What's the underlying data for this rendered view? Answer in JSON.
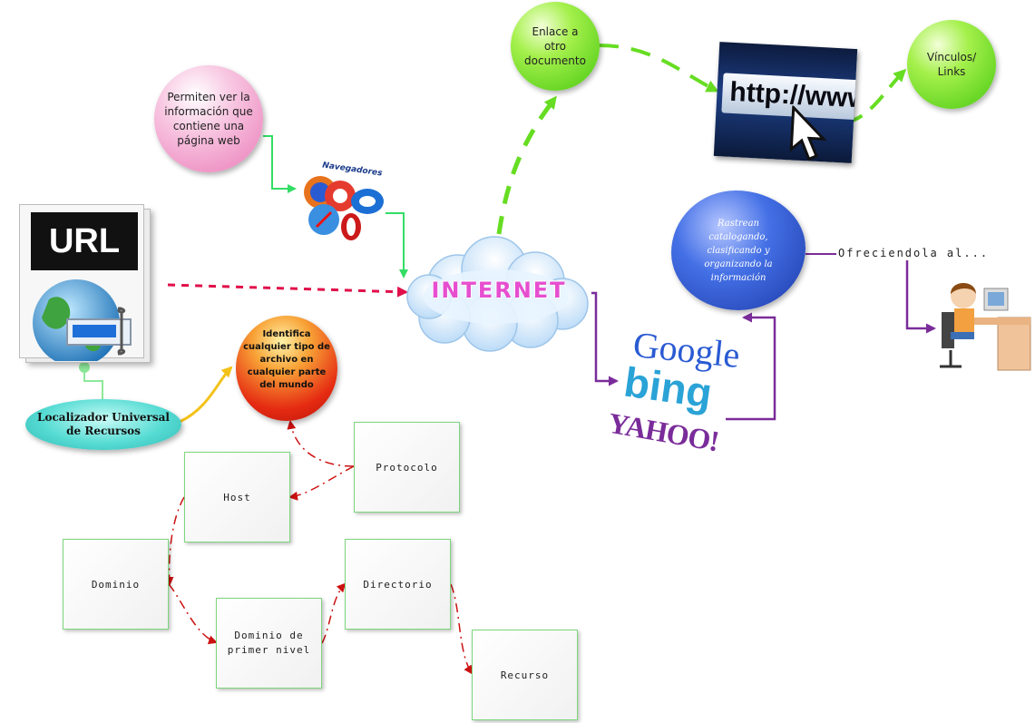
{
  "nodes": {
    "browsers_purpose": "Permiten ver la información que contiene una página web",
    "browsers_label": "Navegadores",
    "link_doc": "Enlace a otro documento",
    "links": "Vínculos/ Links",
    "url_label": "URL",
    "http_label": "http://www",
    "internet": "Internet",
    "search_purpose": "Rastrean catalogando, clasificando y organizando la información",
    "offering": "Ofreciendola al...",
    "identifies": "Identifica cualquier tipo de archivo en cualquier parte del mundo",
    "localizador": "Localizador Universal de Recursos",
    "protocolo": "Protocolo",
    "host": "Host",
    "dominio": "Dominio",
    "directorio": "Directorio",
    "primer_nivel": "Dominio de primer nivel",
    "recurso": "Recurso"
  },
  "search_engines": [
    "Google",
    "bing",
    "YAHOO!"
  ],
  "colors": {
    "green_bubble": "#6ee81c",
    "pink_bubble": "#f4a6cf",
    "blue_bubble": "#2f56d8",
    "red_bubble": "#e52a12",
    "teal_oval": "#4fd6d0",
    "cloud": "#d6ecff",
    "internet_text": "#e64ecf",
    "red_arrow": "#cc1111",
    "crimson_dash": "#e0104a",
    "green_line": "#33dd66",
    "lime_dash": "#66dd22",
    "purple_line": "#7a2c9a",
    "yellow_line": "#f3c21a"
  }
}
